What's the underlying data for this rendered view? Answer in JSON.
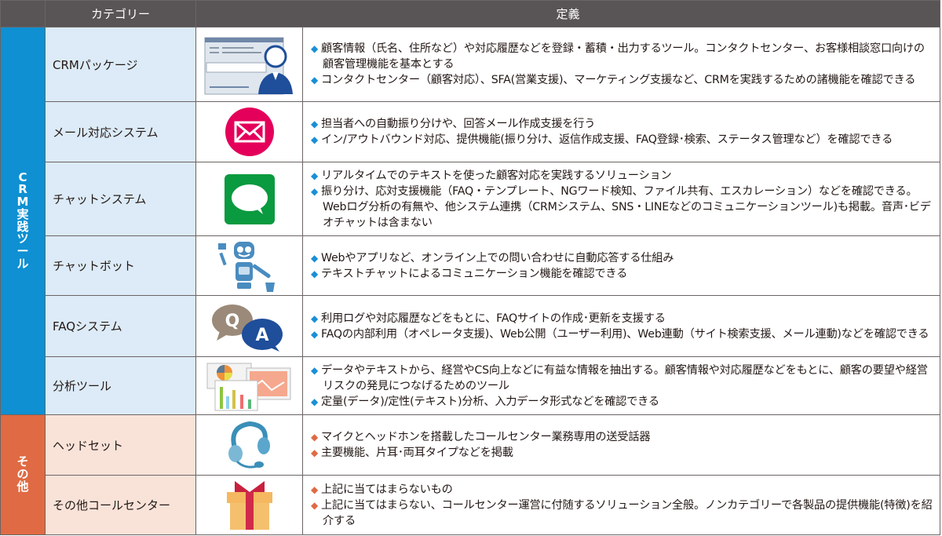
{
  "header": {
    "group": "",
    "category": "カテゴリー",
    "definition": "定義"
  },
  "groups": [
    {
      "label": "CRM実践ツール",
      "color": "#0e90d2",
      "diamond_color": "#1a8fd6"
    },
    {
      "label": "その他",
      "color": "#e06a43",
      "diamond_color": "#e06a43"
    }
  ],
  "rows": [
    {
      "category": "CRMパッケージ",
      "icon": "crm-package-icon",
      "bullets": [
        "顧客情報（氏名、住所など）や対応履歴などを登録・蓄積・出力するツール。コンタクトセンター、お客様相談窓口向けの顧客管理機能を基本とする",
        "コンタクトセンター（顧客対応）、SFA(営業支援)、マーケティング支援など、CRMを実践するための諸機能を確認できる"
      ]
    },
    {
      "category": "メール対応システム",
      "icon": "mail-icon",
      "bullets": [
        "担当者への自動振り分けや、回答メール作成支援を行う",
        "イン/アウトバウンド対応、提供機能(振り分け、返信作成支援、FAQ登録･検索、ステータス管理など）を確認できる"
      ]
    },
    {
      "category": "チャットシステム",
      "icon": "chat-bubble-icon",
      "bullets": [
        "リアルタイムでのテキストを使った顧客対応を実践するソリューション",
        "振り分け、応対支援機能（FAQ・テンプレート、NGワード検知、ファイル共有、エスカレーション）などを確認できる。Webログ分析の有無や、他システム連携（CRMシステム、SNS・LINEなどのコミュニケーションツール)も掲載。音声･ビデオチャットは含まない"
      ]
    },
    {
      "category": "チャットボット",
      "icon": "robot-icon",
      "bullets": [
        "Webやアプリなど、オンライン上での問い合わせに自動応答する仕組み",
        "テキストチャットによるコミュニケーション機能を確認できる"
      ]
    },
    {
      "category": "FAQシステム",
      "icon": "qa-bubbles-icon",
      "bullets": [
        "利用ログや対応履歴などをもとに、FAQサイトの作成･更新を支援する",
        "FAQの内部利用（オペレータ支援)、Web公開（ユーザー利用)、Web連動（サイト検索支援、メール連動)などを確認できる"
      ]
    },
    {
      "category": "分析ツール",
      "icon": "analytics-charts-icon",
      "bullets": [
        "データやテキストから、経営やCS向上などに有益な情報を抽出する。顧客情報や対応履歴などをもとに、顧客の要望や経営リスクの発見につなげるためのツール",
        "定量(データ)/定性(テキスト)分析、入力データ形式などを確認できる"
      ]
    },
    {
      "category": "ヘッドセット",
      "icon": "headset-icon",
      "bullets": [
        "マイクとヘッドホンを搭載したコールセンター業務専用の送受話器",
        "主要機能、片耳･両耳タイプなどを掲載"
      ]
    },
    {
      "category": "その他コールセンター",
      "icon": "gift-box-icon",
      "bullets": [
        "上記に当てはまらないもの",
        "上記に当てはまらない、コールセンター運営に付随するソリューション全般。ノンカテゴリーで各製品の提供機能(特徴)を紹介する"
      ]
    }
  ],
  "diamond": "◆"
}
